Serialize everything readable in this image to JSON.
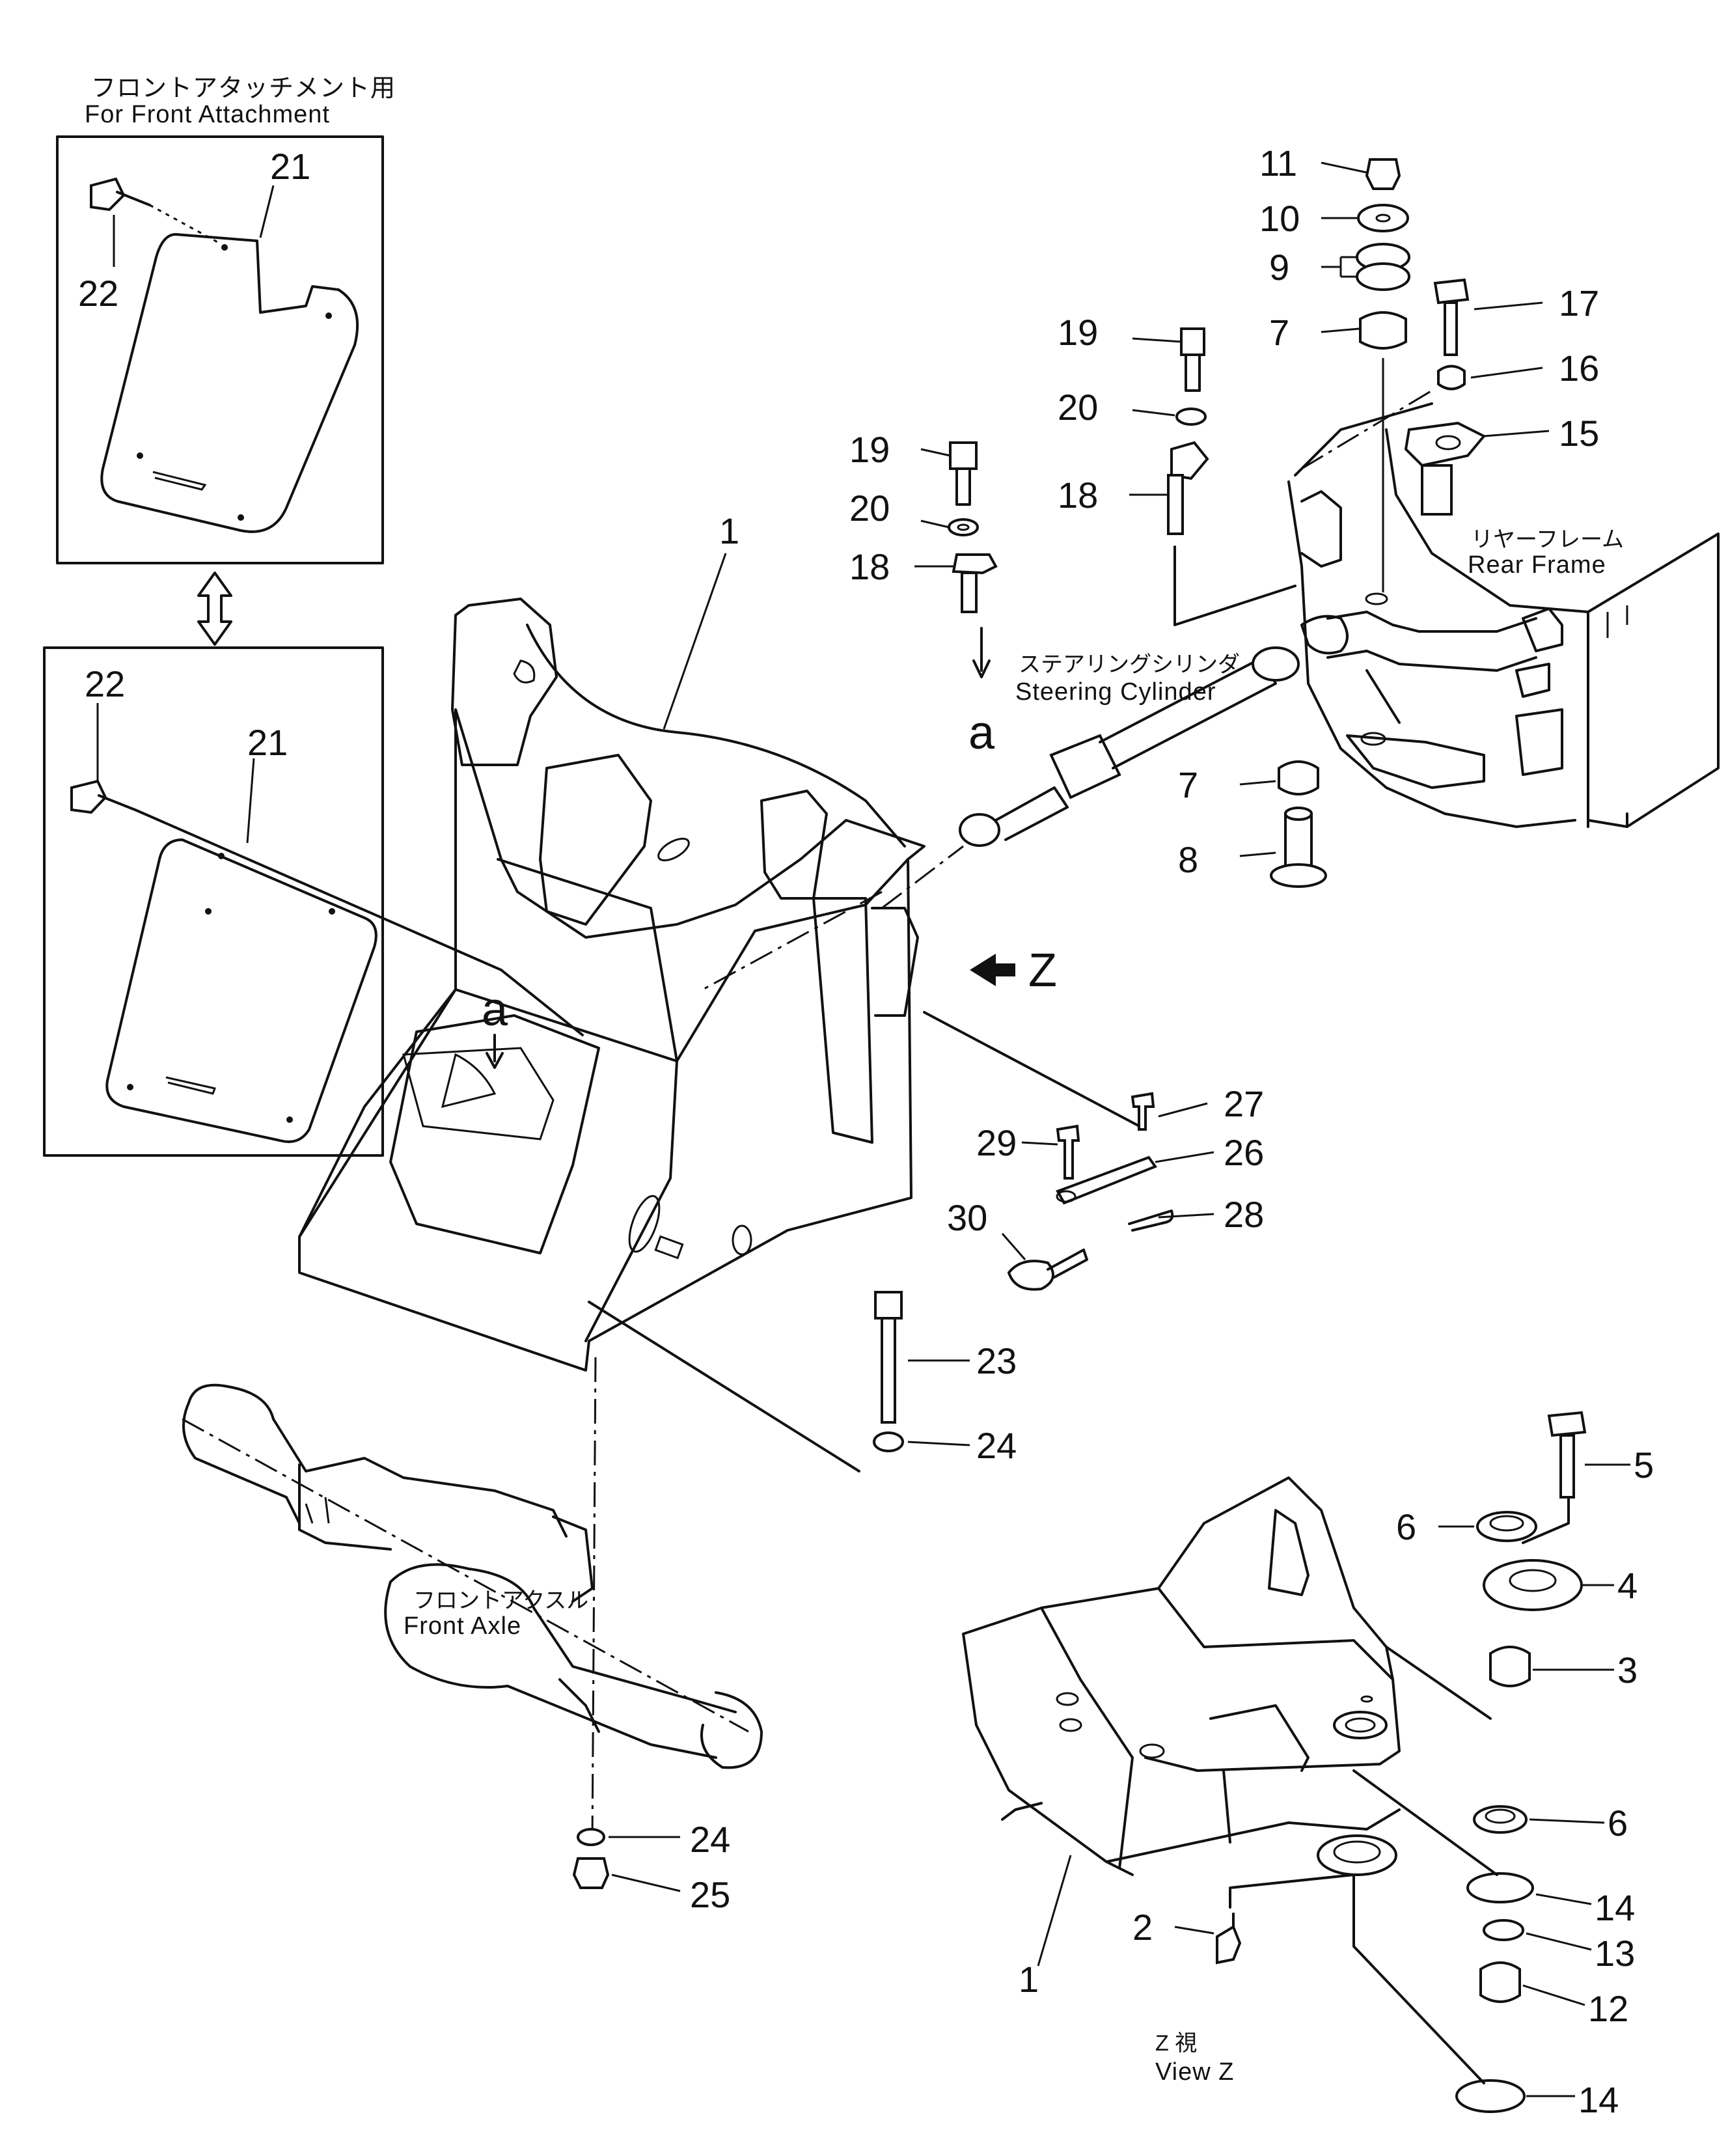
{
  "labels": {
    "front_attachment_jp": "フロントアタッチメント用",
    "front_attachment_en": "For Front Attachment",
    "rear_frame_jp": "リヤーフレーム",
    "rear_frame_en": "Rear Frame",
    "steering_cylinder_jp": "ステアリングシリンダ",
    "steering_cylinder_en": "Steering Cylinder",
    "front_axle_jp": "フロントアクスル",
    "front_axle_en": "Front Axle",
    "view_z_jp": "Z 視",
    "view_z_en": "View Z",
    "arrow_z": "Z",
    "ref_a_top": "a",
    "ref_a_frame": "a"
  },
  "callouts": {
    "c1_main": "1",
    "c1_view": "1",
    "c2": "2",
    "c3": "3",
    "c4": "4",
    "c5": "5",
    "c6_top": "6",
    "c6_bottom": "6",
    "c7_top": "7",
    "c7_bottom": "7",
    "c8": "8",
    "c9": "9",
    "c10": "10",
    "c11": "11",
    "c12": "12",
    "c13": "13",
    "c14_a": "14",
    "c14_b": "14",
    "c15": "15",
    "c16": "16",
    "c17": "17",
    "c18_a": "18",
    "c18_b": "18",
    "c19_a": "19",
    "c19_b": "19",
    "c20_a": "20",
    "c20_b": "20",
    "c21_a": "21",
    "c21_b": "21",
    "c22_a": "22",
    "c22_b": "22",
    "c23": "23",
    "c24_a": "24",
    "c24_b": "24",
    "c25": "25",
    "c26": "26",
    "c27": "27",
    "c28": "28",
    "c29": "29",
    "c30": "30"
  }
}
